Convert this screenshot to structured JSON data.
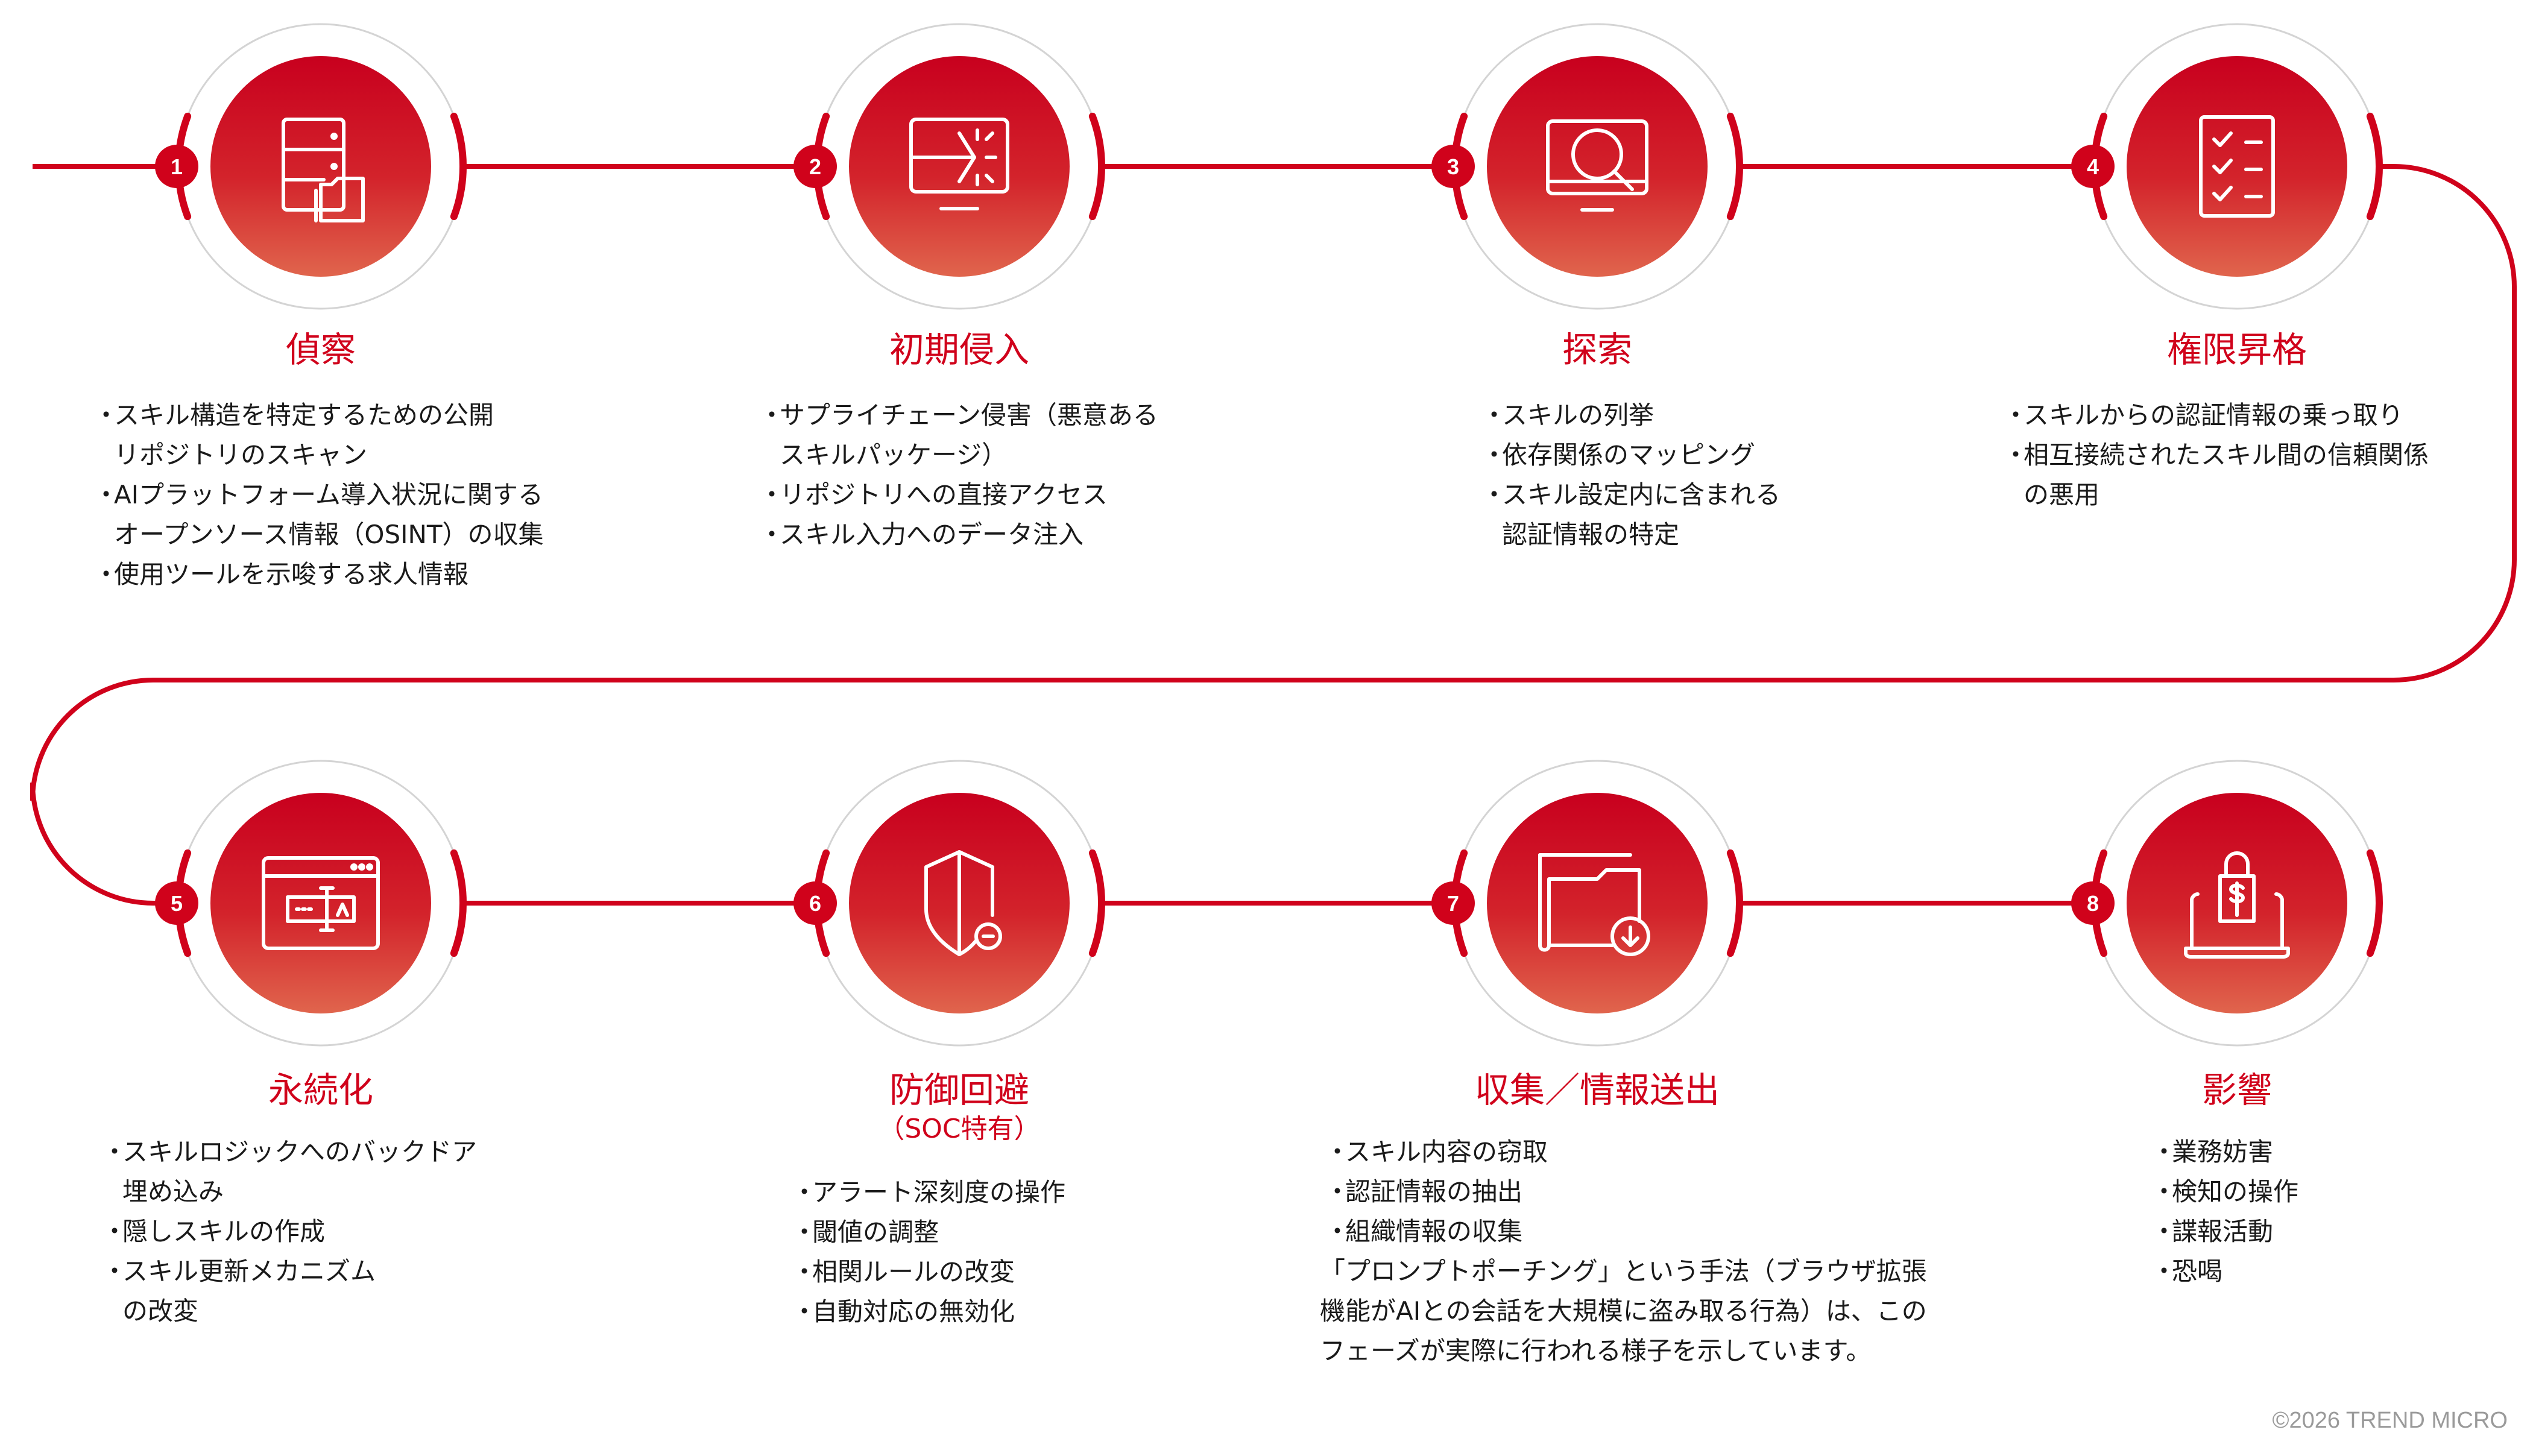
{
  "colors": {
    "accent": "#d0021b",
    "gradient_top": "#c8001e",
    "gradient_bottom": "#e0654d",
    "ring": "#d4d4d4"
  },
  "stages": [
    {
      "number": "1",
      "title": "偵察",
      "icon": "server-folder-icon",
      "bullets": [
        [
          "スキル構造を特定するための公開",
          "リポジトリのスキャン"
        ],
        [
          "AIプラットフォーム導入状況に関する",
          "オープンソース情報（OSINT）の収集"
        ],
        [
          "使用ツールを示唆する求人情報"
        ]
      ]
    },
    {
      "number": "2",
      "title": "初期侵入",
      "icon": "monitor-enter-icon",
      "bullets": [
        [
          "サプライチェーン侵害（悪意ある",
          "スキルパッケージ）"
        ],
        [
          "リポジトリへの直接アクセス"
        ],
        [
          "スキル入力へのデータ注入"
        ]
      ]
    },
    {
      "number": "3",
      "title": "探索",
      "icon": "monitor-search-icon",
      "bullets": [
        [
          "スキルの列挙"
        ],
        [
          "依存関係のマッピング"
        ],
        [
          "スキル設定内に含まれる",
          "認証情報の特定"
        ]
      ]
    },
    {
      "number": "4",
      "title": "権限昇格",
      "icon": "checklist-icon",
      "bullets": [
        [
          "スキルからの認証情報の乗っ取り"
        ],
        [
          "相互接続されたスキル間の信頼関係",
          "の悪用"
        ]
      ]
    },
    {
      "number": "5",
      "title": "永続化",
      "icon": "browser-input-icon",
      "bullets": [
        [
          "スキルロジックへのバックドア",
          "埋め込み"
        ],
        [
          "隠しスキルの作成"
        ],
        [
          "スキル更新メカニズム",
          "の改変"
        ]
      ]
    },
    {
      "number": "6",
      "title": "防御回避",
      "subtitle": "（SOC特有）",
      "icon": "shield-minus-icon",
      "bullets": [
        [
          "アラート深刻度の操作"
        ],
        [
          "閾値の調整"
        ],
        [
          "相関ルールの改変"
        ],
        [
          "自動対応の無効化"
        ]
      ]
    },
    {
      "number": "7",
      "title": "収集／情報送出",
      "icon": "folder-download-icon",
      "bullets": [
        [
          "スキル内容の窃取"
        ],
        [
          "認証情報の抽出"
        ],
        [
          "組織情報の収集"
        ]
      ],
      "paragraph": [
        "「プロンプトポーチング」という手法（ブラウザ拡張",
        "機能がAIとの会話を大規模に盗み取る行為）は、この",
        "フェーズが実際に行われる様子を示しています。"
      ]
    },
    {
      "number": "8",
      "title": "影響",
      "icon": "laptop-lock-dollar-icon",
      "bullets": [
        [
          "業務妨害"
        ],
        [
          "検知の操作"
        ],
        [
          "諜報活動"
        ],
        [
          "恐喝"
        ]
      ]
    }
  ],
  "bullet_mark": "・",
  "copyright": "©2026 TREND MICRO"
}
